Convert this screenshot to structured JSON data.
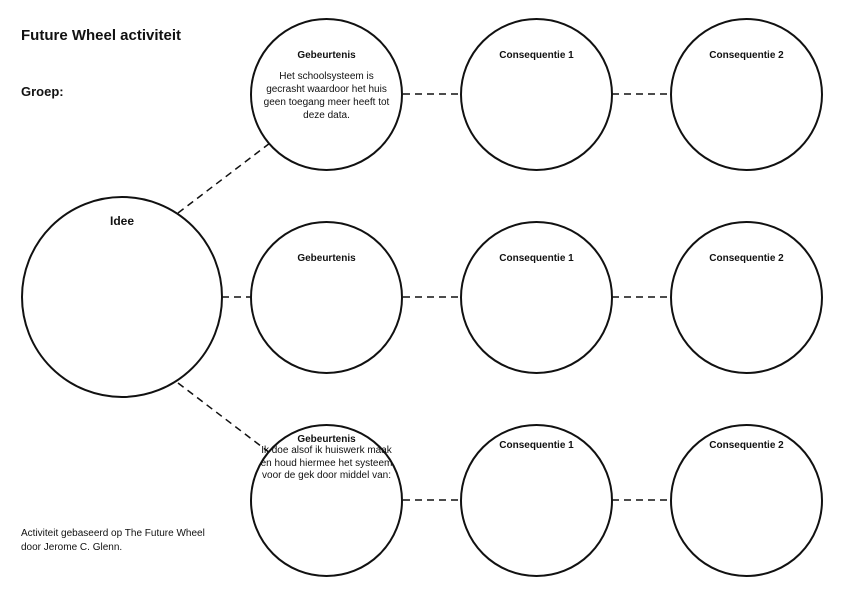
{
  "header": {
    "title": "Future Wheel activiteit",
    "group_label": "Groep:"
  },
  "footer": {
    "credit_line1": "Activiteit gebaseerd op The Future Wheel",
    "credit_line2": "door Jerome C. Glenn."
  },
  "center": {
    "label": "Idee"
  },
  "rows": [
    {
      "event_label": "Gebeurtenis",
      "event_text": "Het schoolsysteem is gecrasht waardoor het huis geen toegang meer heeft tot deze data.",
      "consequence1_label": "Consequentie 1",
      "consequence2_label": "Consequentie 2"
    },
    {
      "event_label": "Gebeurtenis",
      "event_text": "",
      "consequence1_label": "Consequentie 1",
      "consequence2_label": "Consequentie 2"
    },
    {
      "event_label": "Gebeurtenis",
      "event_text": "Ik doe alsof ik huiswerk maak en houd hiermee het systeem voor de gek door middel van:",
      "consequence1_label": "Consequentie 1",
      "consequence2_label": "Consequentie 2"
    }
  ]
}
